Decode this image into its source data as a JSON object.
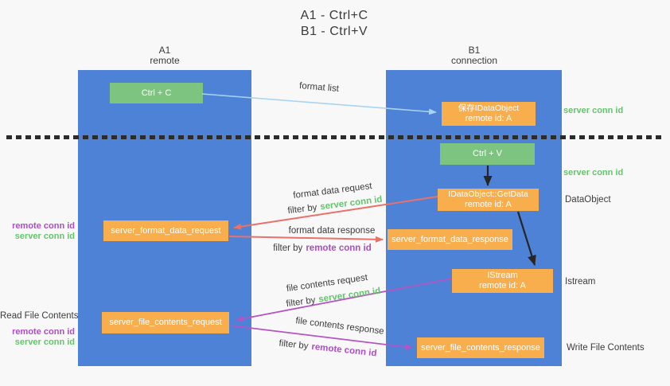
{
  "title": {
    "line1": "A1 - Ctrl+C",
    "line2": "B1 - Ctrl+V"
  },
  "lifelines": {
    "left": {
      "name": "A1",
      "role": "remote"
    },
    "right": {
      "name": "B1",
      "role": "connection"
    }
  },
  "nodes": {
    "ctrl_c": {
      "label": "Ctrl + C"
    },
    "save_dataobject": {
      "line1": "保存IDataObject",
      "line2": "remote id: A"
    },
    "ctrl_v": {
      "label": "Ctrl + V"
    },
    "getdata": {
      "line1": "IDataObject::GetData",
      "line2": "remote id: A"
    },
    "istream": {
      "line1": "IStream",
      "line2": "remote id: A"
    },
    "format_request": {
      "label": "server_format_data_request"
    },
    "format_response": {
      "label": "server_format_data_response"
    },
    "file_request": {
      "label": "server_file_contents_request"
    },
    "file_response": {
      "label": "server_file_contents_response"
    }
  },
  "edge_labels": {
    "format_list": "format list",
    "format_data_request": "format data request",
    "format_data_response": "format data response",
    "file_contents_request": "file contents request",
    "file_contents_response": "file contents response",
    "filter_prefix": "filter by",
    "server_conn_id": "server conn id",
    "remote_conn_id": "remote conn id"
  },
  "side_labels": {
    "right_server_conn_id_top": "server conn id",
    "right_server_conn_id_mid": "server conn id",
    "dataobject": "DataObject",
    "istream": "Istream",
    "write_file_contents": "Write File Contents",
    "left_remote_conn_id_top": "remote conn id",
    "left_server_conn_id_top": "server conn id",
    "read_file_contents": "Read File Contents",
    "left_remote_conn_id_bottom": "remote conn id",
    "left_server_conn_id_bottom": "server conn id"
  },
  "colors": {
    "lifeline-blue": "#4d82d6",
    "node-green": "#7cc47f",
    "node-orange": "#f9ae4d",
    "arrow-red": "#e8716a",
    "arrow-purple": "#b455c4",
    "arrow-lightblue": "#a9d3f2",
    "arrow-black": "#262626",
    "text-green": "#64c46c",
    "text-purple": "#ab4ec4"
  }
}
